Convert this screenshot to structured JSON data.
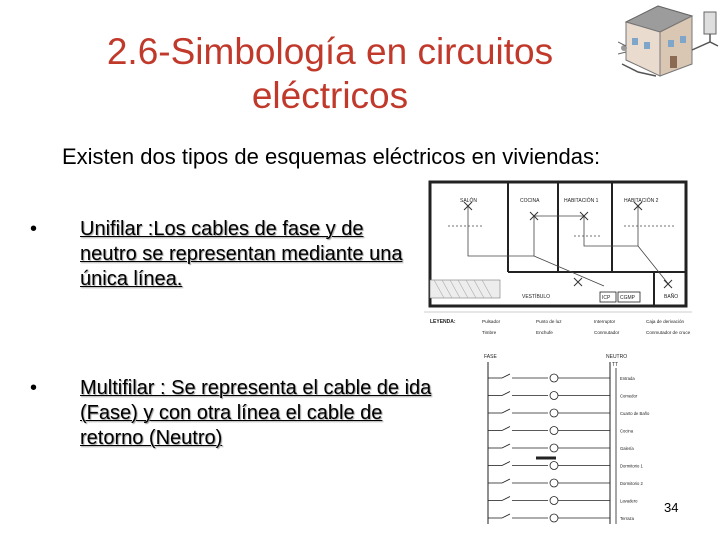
{
  "slide": {
    "title_line1": "2.6-Simbología en circuitos",
    "title_line2": "eléctricos",
    "intro": "Existen dos tipos de esquemas eléctricos en viviendas:",
    "bullets": [
      {
        "text": "Unifilar :Los cables de fase y de neutro se representan mediante una única línea."
      },
      {
        "text": "Multifilar : Se representa el cable de ida (Fase) y con otra línea el cable de retorno (Neutro)"
      }
    ],
    "page_number": "34",
    "bullet_char": "•"
  },
  "floor_plan": {
    "rooms": [
      "SALÓN",
      "COCINA",
      "HABITACIÓN 1",
      "HABITACIÓN 2",
      "VESTÍBULO",
      "BAÑO"
    ],
    "panels": [
      "ICP",
      "CGMP"
    ],
    "legend_title": "LEYENDA:",
    "legend_items": [
      "Pulsador",
      "Punto de luz",
      "Interruptor",
      "Caja de derivación",
      "Timbre",
      "Enchufe",
      "Conmutador",
      "Conmutador de cruce"
    ]
  },
  "wiring_schematic": {
    "top_labels": [
      "FASE",
      "NEUTRO",
      "TT"
    ],
    "circuits": [
      "Entrada",
      "Comedor",
      "Cuarto de Baño",
      "Cocina",
      "Galería",
      "Dormitorio 1",
      "Dormitorio 2",
      "Lavadero",
      "Terraza"
    ]
  },
  "colors": {
    "title": "#c0392b",
    "text": "#000000"
  }
}
